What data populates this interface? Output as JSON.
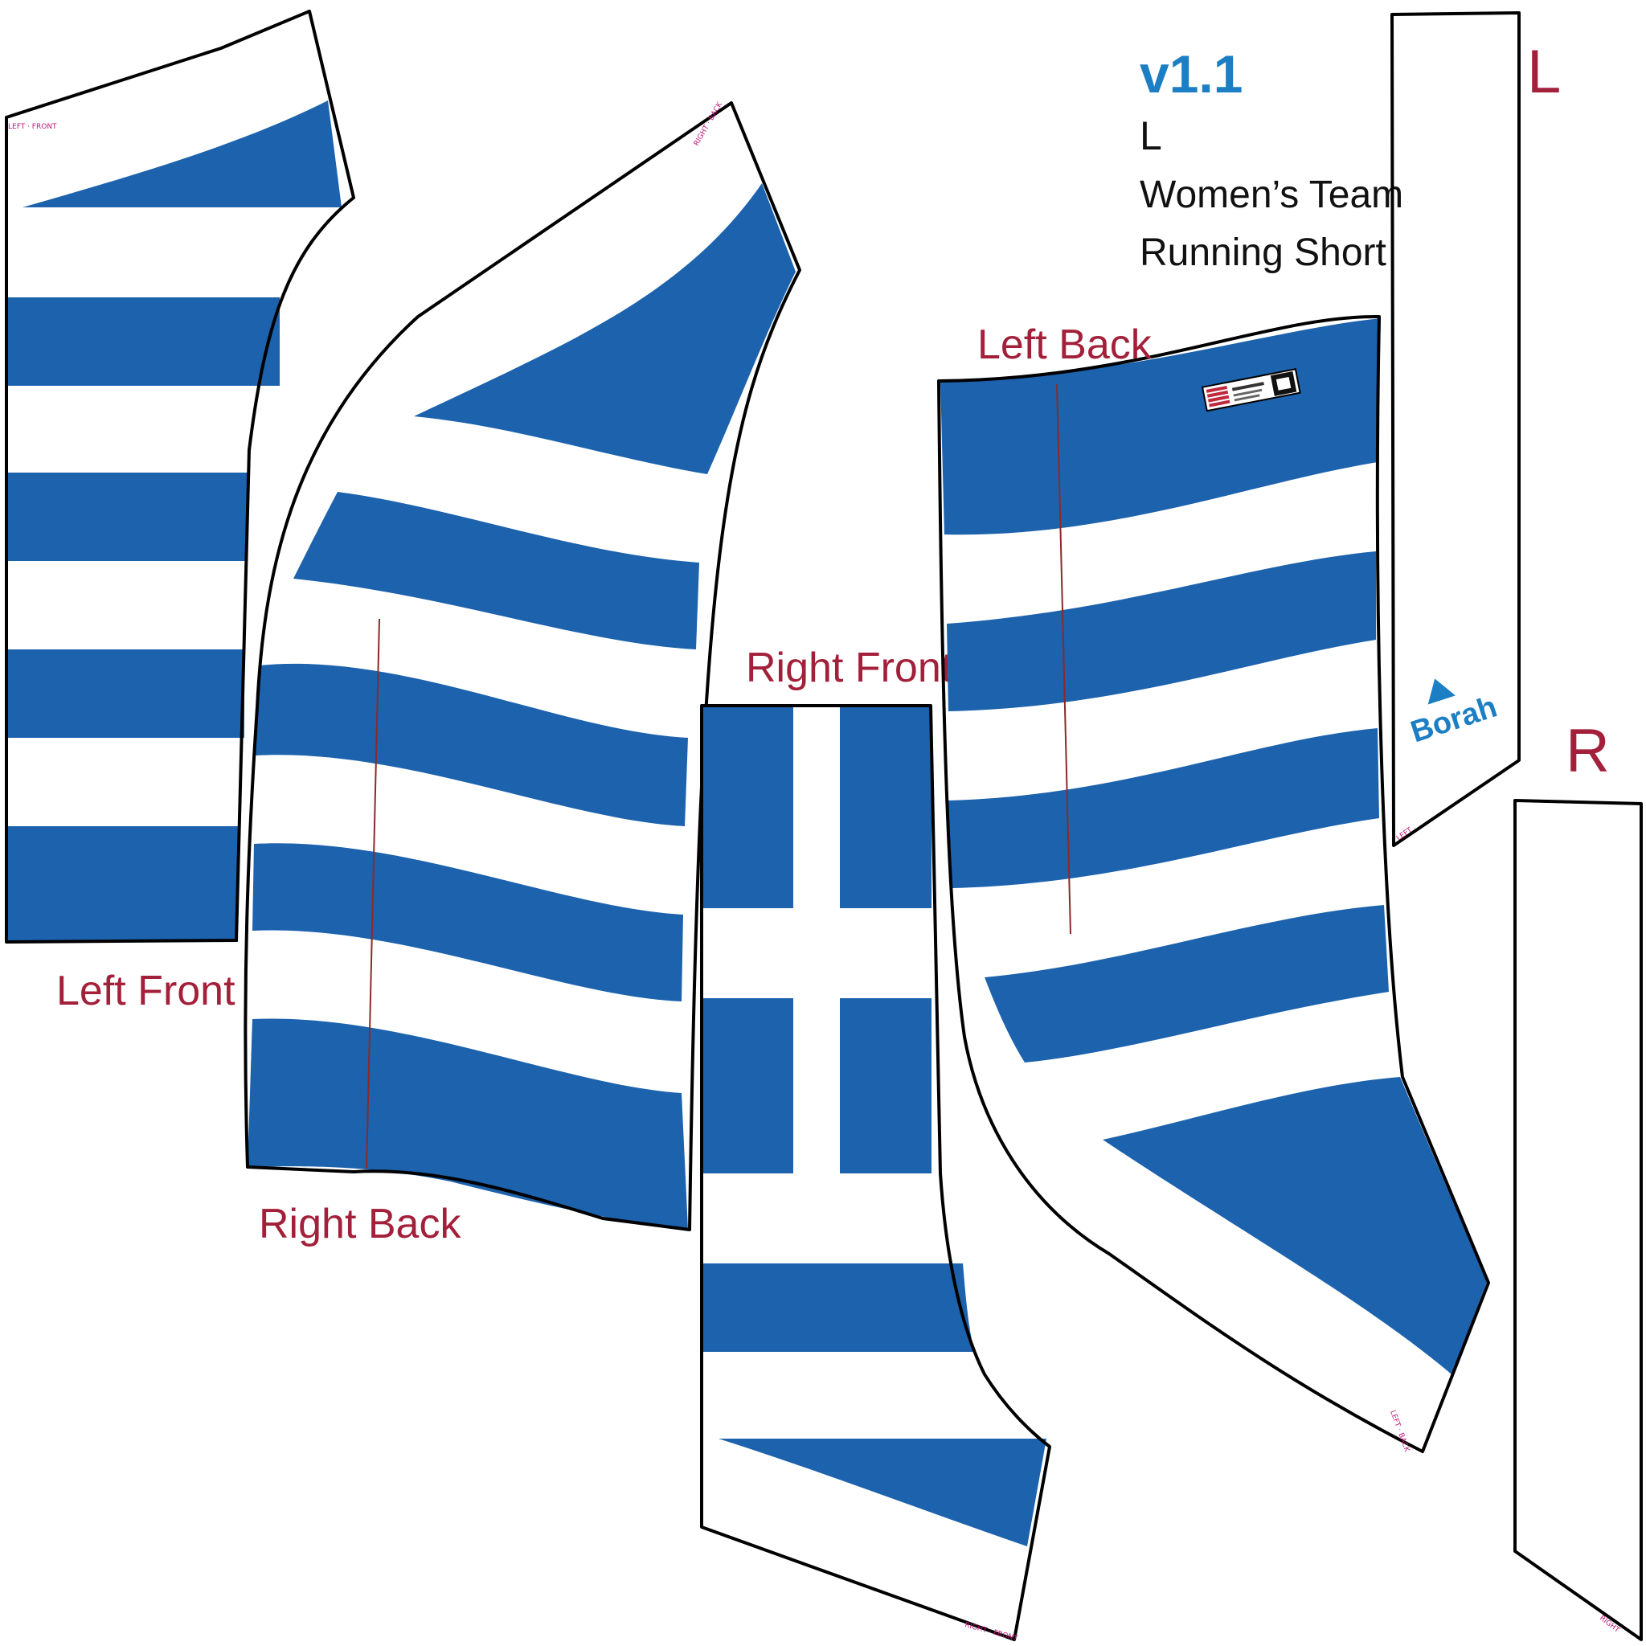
{
  "header": {
    "version": "v1.1",
    "size": "L",
    "product_line1": "Women’s Team",
    "product_line2": "Running Short"
  },
  "panels": {
    "left_front": "Left Front",
    "right_back": "Right Back",
    "right_front": "Right Front",
    "left_back": "Left Back"
  },
  "waistband": {
    "left_mark": "L",
    "right_mark": "R",
    "brand": "Borah"
  },
  "colors": {
    "stripe_blue": "#1c62ad",
    "label_red": "#a3203a",
    "version_blue": "#1c7ec3"
  },
  "icons": [
    "made-in-usa-label-icon",
    "borah-logo-icon"
  ]
}
